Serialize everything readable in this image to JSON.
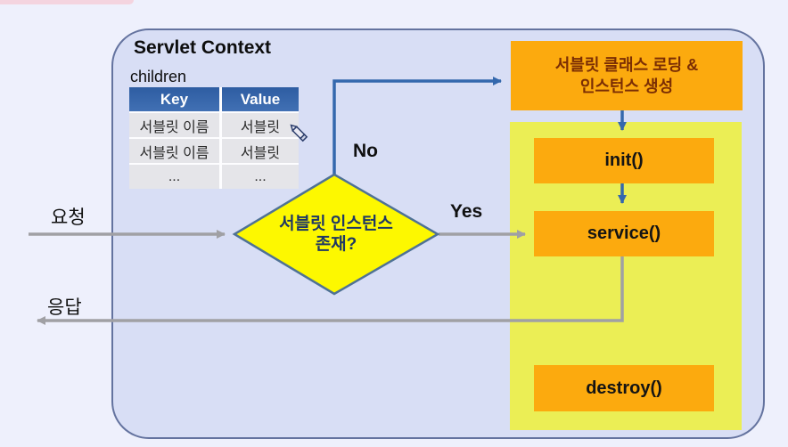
{
  "context": {
    "title": "Servlet Context",
    "children_label": "children"
  },
  "table": {
    "headers": [
      "Key",
      "Value"
    ],
    "rows": [
      [
        "서블릿 이름",
        "서블릿"
      ],
      [
        "서블릿 이름",
        "서블릿"
      ],
      [
        "...",
        "..."
      ]
    ]
  },
  "diamond": {
    "line1": "서블릿 인스턴스",
    "line2": "존재?"
  },
  "boxes": {
    "loading_line1": "서블릿 클래스 로딩 &",
    "loading_line2": "인스턴스 생성",
    "init": "init()",
    "service": "service()",
    "destroy": "destroy()"
  },
  "labels": {
    "request": "요청",
    "response": "응답",
    "no": "No",
    "yes": "Yes"
  },
  "colors": {
    "page_bg": "#eef0fc",
    "container_fill": "#d8def5",
    "container_border": "#64739f",
    "table_header_blue": "#3a67ad",
    "table_row_gray": "#e5e5e9",
    "diamond_yellow": "#fdf800",
    "diamond_border": "#4f7295",
    "diamond_text": "#1f3864",
    "orange_box": "#fcaa0e",
    "loading_text": "#7b2e04",
    "panel_yellow_green": "#ebee55",
    "arrow_blue": "#3468ad",
    "arrow_gray": "#a0a0a4"
  }
}
